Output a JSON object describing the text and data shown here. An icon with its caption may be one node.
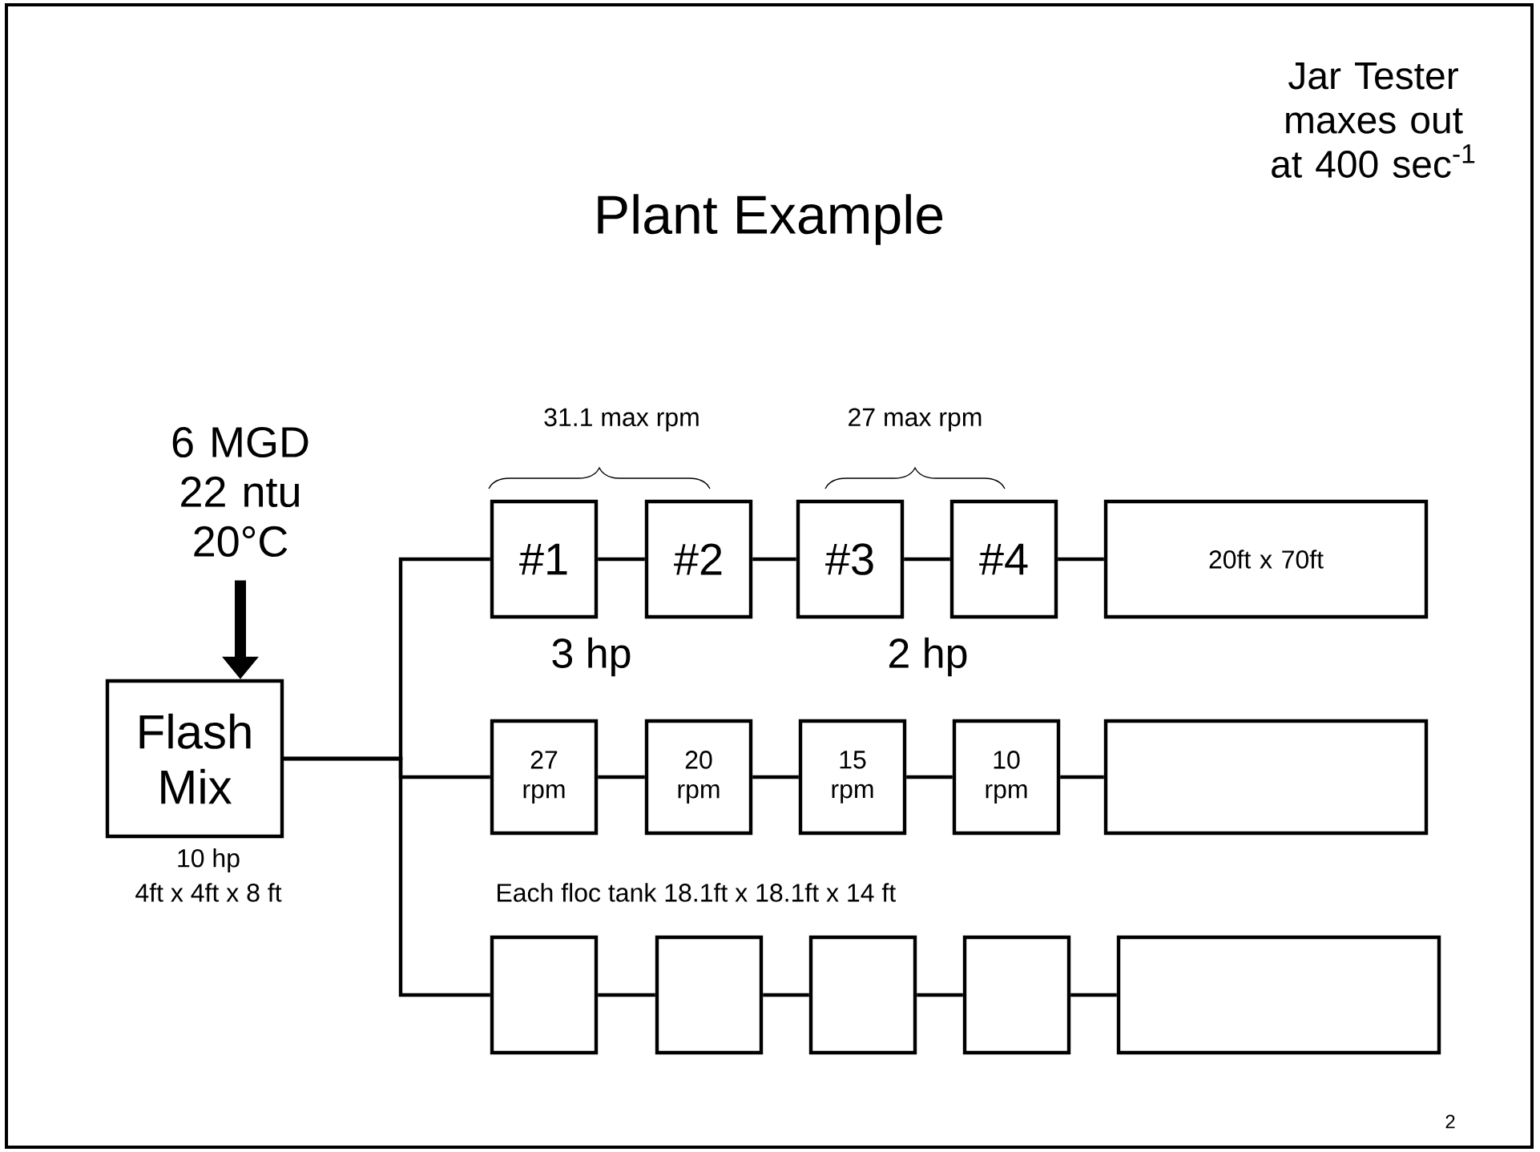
{
  "diagram": {
    "title": "Plant Example",
    "nodes": [
      {
        "text": [
          "6 MGD 22 ntu 20°C"
        ]
      },
      {
        "text": [
          "Flash Mix"
        ],
        "beside": [
          "10 hp",
          "4ft x 4ft x 8 ft"
        ]
      },
      {
        "text": [
          "#1"
        ]
      },
      {
        "text": [
          "#2"
        ]
      },
      {
        "text": [
          "#3"
        ]
      },
      {
        "text": [
          "#4"
        ]
      },
      {
        "text": [
          "20ft x 70ft"
        ]
      },
      {
        "text": [
          "27 rpm"
        ]
      },
      {
        "text": [
          "20 rpm"
        ]
      },
      {
        "text": [
          "15 rpm"
        ]
      },
      {
        "text": [
          "10 rpm"
        ]
      },
      {
        "text": [],
        "shape": "box"
      },
      {
        "text": [],
        "shape": "box"
      },
      {
        "text": [],
        "shape": "box"
      },
      {
        "text": [],
        "shape": "box"
      },
      {
        "text": [],
        "shape": "box"
      },
      {
        "text": [],
        "shape": "box"
      }
    ],
    "edges": [
      {
        "from": 0,
        "to": 1,
        "arrow": "to",
        "style": "thick"
      },
      {
        "from": 1,
        "to": 2,
        "arrow": "none"
      },
      {
        "from": 1,
        "to": 7,
        "arrow": "none"
      },
      {
        "from": 1,
        "to": 12,
        "arrow": "none"
      },
      {
        "from": 2,
        "to": 3,
        "arrow": "none"
      },
      {
        "from": 3,
        "to": 4,
        "arrow": "none"
      },
      {
        "from": 4,
        "to": 5,
        "arrow": "none"
      },
      {
        "from": 5,
        "to": 6,
        "arrow": "none"
      },
      {
        "from": 7,
        "to": 8,
        "arrow": "none"
      },
      {
        "from": 8,
        "to": 9,
        "arrow": "none"
      },
      {
        "from": 9,
        "to": 10,
        "arrow": "none"
      },
      {
        "from": 10,
        "to": 11,
        "arrow": "none"
      },
      {
        "from": 12,
        "to": 13,
        "arrow": "none"
      },
      {
        "from": 13,
        "to": 14,
        "arrow": "none"
      },
      {
        "from": 14,
        "to": 15,
        "arrow": "none"
      },
      {
        "from": 15,
        "to": 16,
        "arrow": "none"
      }
    ],
    "labels": [
      "Jar Tester maxes out at 400 sec$^{-1}$",
      "31.1 max rpm",
      "27 max rpm",
      "3 hp",
      "2 hp",
      "Each floc tank 18.1ft x 18.1ft x 14 ft",
      "2"
    ]
  }
}
